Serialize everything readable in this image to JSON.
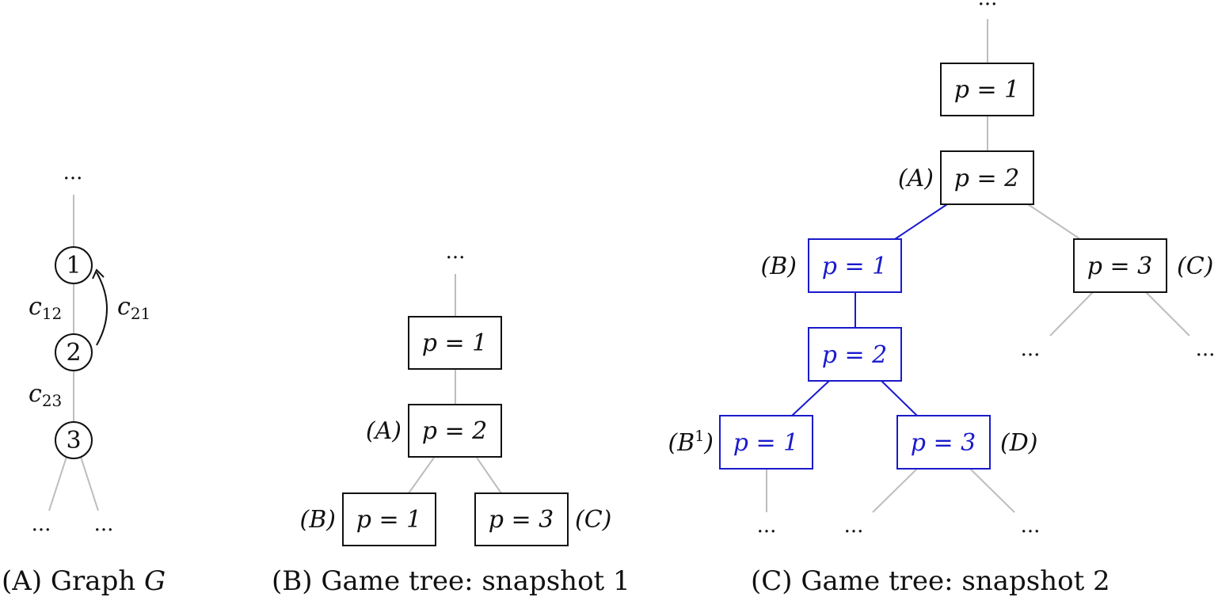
{
  "ellipsis": "...",
  "panel_a": {
    "caption_prefix": "(A) Graph ",
    "caption_var": "G",
    "nodes": [
      "1",
      "2",
      "3"
    ],
    "edge_labels": {
      "c12": {
        "base": "c",
        "sub": "12"
      },
      "c21": {
        "base": "c",
        "sub": "21"
      },
      "c23": {
        "base": "c",
        "sub": "23"
      }
    }
  },
  "panel_b": {
    "caption": "(B) Game tree: snapshot 1",
    "nodes": {
      "root": {
        "text": "p = 1"
      },
      "A": {
        "text": "p = 2",
        "label": "(A)"
      },
      "B": {
        "text": "p = 1",
        "label": "(B)"
      },
      "C": {
        "text": "p = 3",
        "label": "(C)"
      }
    }
  },
  "panel_c": {
    "caption": "(C) Game tree: snapshot 2",
    "nodes": {
      "root": {
        "text": "p = 1"
      },
      "A": {
        "text": "p = 2",
        "label": "(A)"
      },
      "B": {
        "text": "p = 1",
        "label": "(B)"
      },
      "C": {
        "text": "p = 3",
        "label": "(C)"
      },
      "B_mid": {
        "text": "p = 2"
      },
      "B1": {
        "text": "p = 1",
        "label_base": "(B",
        "label_sup": "1",
        "label_close": ")"
      },
      "D": {
        "text": "p = 3",
        "label": "(D)"
      }
    }
  },
  "colors": {
    "highlight": "#1a1acc",
    "edge": "#bdbdbd",
    "stroke": "#111111"
  }
}
